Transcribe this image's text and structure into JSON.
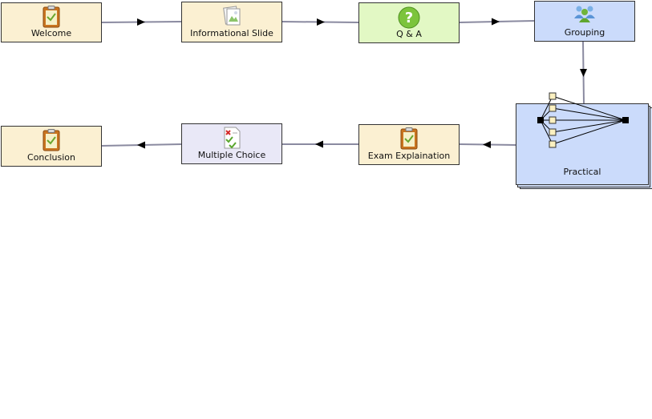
{
  "colors": {
    "activity_fill": "#fbf0d2",
    "slide_fill": "#fbf0d2",
    "qa_fill": "#e2f8c4",
    "grouping_fill": "#cbdbfb",
    "practical_fill": "#cbdbfb",
    "mc_fill": "#e9e8f7",
    "connector": "#8a8aa0"
  },
  "nodes": {
    "welcome": {
      "label": "Welcome",
      "icon": "clipboard-icon"
    },
    "informational_slide": {
      "label": "Informational Slide",
      "icon": "image-slide-icon"
    },
    "qa": {
      "label": "Q & A",
      "icon": "question-icon"
    },
    "grouping": {
      "label": "Grouping",
      "icon": "people-group-icon"
    },
    "practical": {
      "label": "Practical",
      "icon": "branching-icon"
    },
    "exam_explaination": {
      "label": "Exam Explaination",
      "icon": "clipboard-icon"
    },
    "multiple_choice": {
      "label": "Multiple Choice",
      "icon": "multiple-choice-icon"
    },
    "conclusion": {
      "label": "Conclusion",
      "icon": "clipboard-icon"
    }
  },
  "flow": [
    "welcome",
    "informational_slide",
    "qa",
    "grouping",
    "practical",
    "exam_explaination",
    "multiple_choice",
    "conclusion"
  ]
}
